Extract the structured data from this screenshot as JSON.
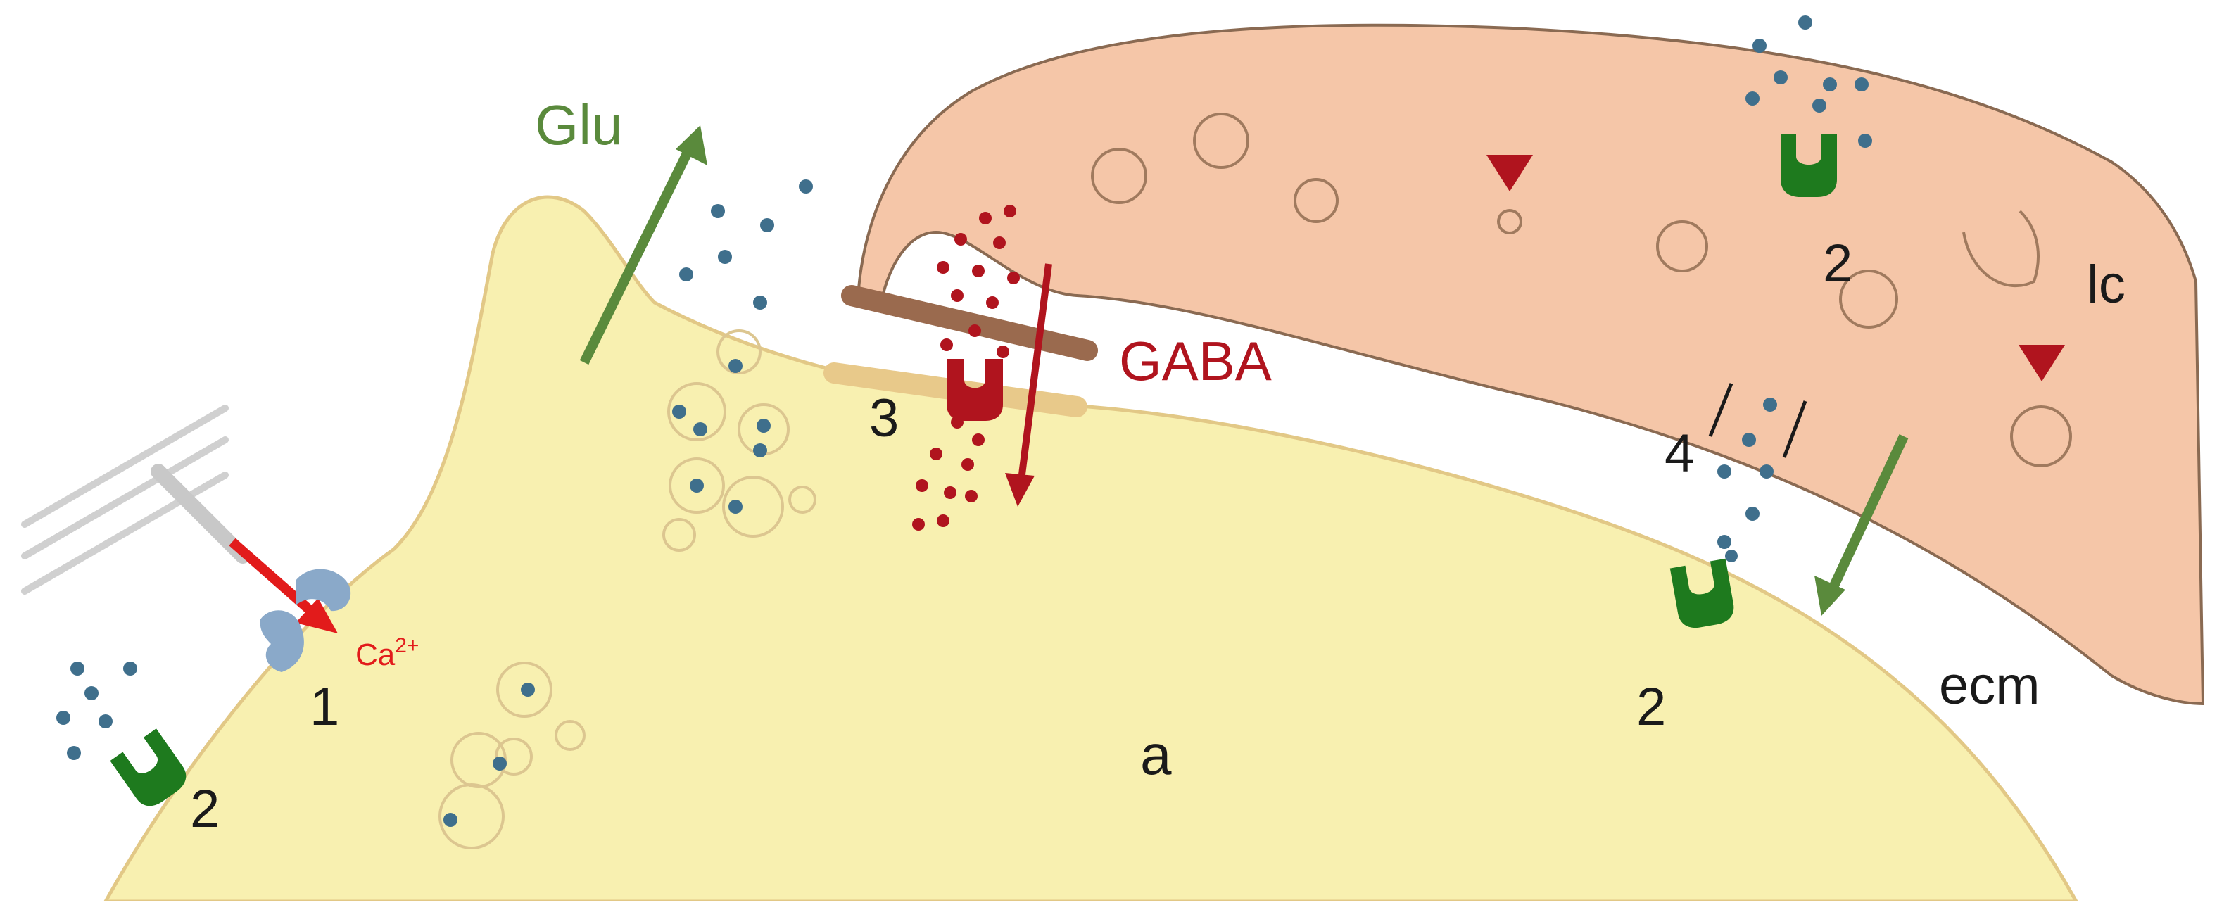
{
  "labels": {
    "glu": "Glu",
    "gaba": "GABA",
    "ca_base": "Ca",
    "ca_sup": "2+",
    "n1": "1",
    "n2_left": "2",
    "n2_top": "2",
    "n2_bottom": "2",
    "n3": "3",
    "n4": "4",
    "a": "a",
    "lc": "lc",
    "ecm": "ecm"
  },
  "colors": {
    "astrocyte_fill": "#f8f0b0",
    "astrocyte_stroke": "#e2c886",
    "process_fill": "#f5c6a8",
    "process_stroke": "#8a6a52",
    "glu_green": "#5a8a3c",
    "receptor_green": "#1e7a1e",
    "gaba_red": "#b0141e",
    "ca_red": "#e21b1b",
    "dot_blue": "#3f6f8c",
    "channel_blue": "#8aa9c9"
  }
}
